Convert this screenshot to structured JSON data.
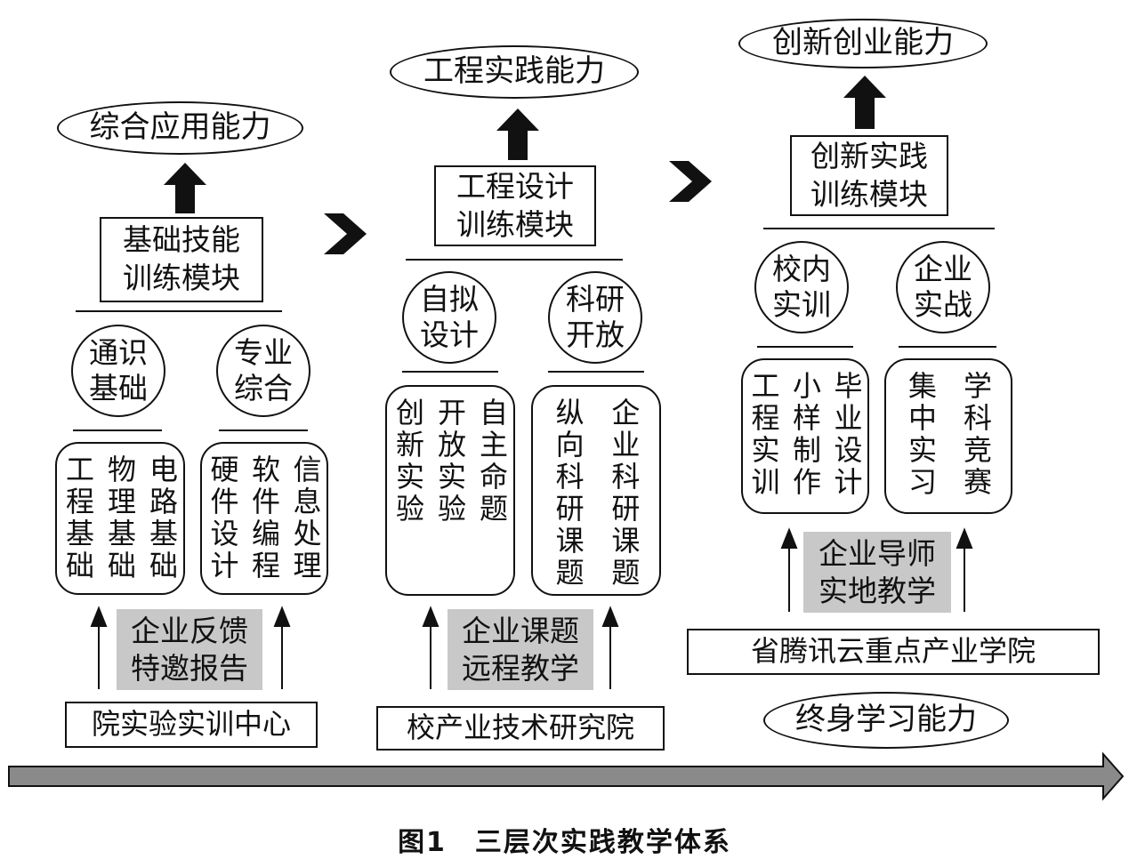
{
  "stage1": {
    "outcome": "综合应用能力",
    "module": [
      "基础技能",
      "训练模块"
    ],
    "circles": [
      [
        "通识",
        "基础"
      ],
      [
        "专业",
        "综合"
      ]
    ],
    "box_left": [
      "工程基础",
      "物理基础",
      "电路基础"
    ],
    "box_right": [
      "硬件设计",
      "软件编程",
      "信息处理"
    ],
    "support": [
      "企业反馈",
      "特邀报告"
    ],
    "base": "院实验实训中心"
  },
  "stage2": {
    "outcome": "工程实践能力",
    "module": [
      "工程设计",
      "训练模块"
    ],
    "circles": [
      [
        "自拟",
        "设计"
      ],
      [
        "科研",
        "开放"
      ]
    ],
    "box_left": [
      "创新实验",
      "开放实验",
      "自主命题"
    ],
    "box_right": [
      "纵向科研课题",
      "企业科研课题"
    ],
    "support": [
      "企业课题",
      "远程教学"
    ],
    "base": "校产业技术研究院"
  },
  "stage3": {
    "outcome": "创新创业能力",
    "module": [
      "创新实践",
      "训练模块"
    ],
    "circles": [
      [
        "校内",
        "实训"
      ],
      [
        "企业",
        "实战"
      ]
    ],
    "box_left": [
      "工程实训",
      "小样制作",
      "毕业设计"
    ],
    "box_right": [
      "集中实习",
      "学科竞赛"
    ],
    "support": [
      "企业导师",
      "实地教学"
    ],
    "base": "省腾讯云重点产业学院",
    "extra": "终身学习能力"
  },
  "caption": "图1　三层次实践教学体系"
}
